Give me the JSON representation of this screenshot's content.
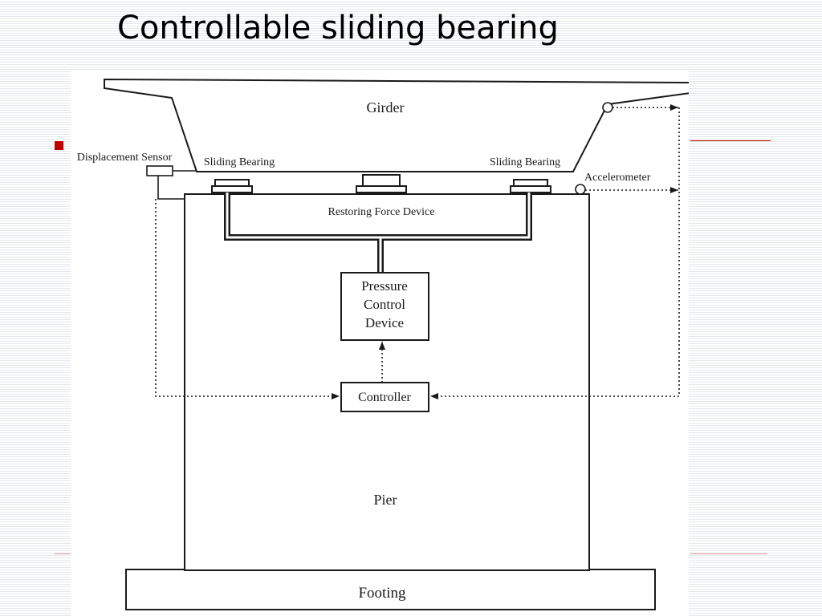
{
  "slide": {
    "title": "Controllable sliding bearing"
  },
  "diagram": {
    "labels": {
      "girder": "Girder",
      "displacement_sensor": "Displacement Sensor",
      "sliding_bearing_left": "Sliding Bearing",
      "sliding_bearing_right": "Sliding Bearing",
      "accelerometer": "Accelerometer",
      "restoring_force_device": "Restoring Force Device",
      "pressure_control_line1": "Pressure",
      "pressure_control_line2": "Control",
      "pressure_control_line3": "Device",
      "controller": "Controller",
      "pier": "Pier",
      "footing": "Footing"
    }
  }
}
